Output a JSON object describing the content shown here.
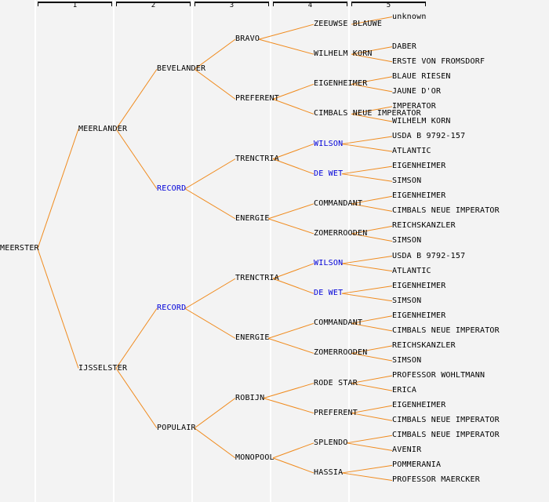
{
  "colors": {
    "line": "#f08a1c",
    "text": "#000000",
    "highlight": "#0000d8",
    "background": "#f3f3f3"
  },
  "generations": [
    "1",
    "2",
    "3",
    "4",
    "5"
  ],
  "tree": {
    "name": "MEERSTER",
    "children": [
      {
        "name": "MEERLANDER",
        "children": [
          {
            "name": "BEVELANDER",
            "children": [
              {
                "name": "BRAVO",
                "children": [
                  {
                    "name": "ZEEUWSE BLAUWE",
                    "children": [
                      {
                        "name": "unknown"
                      }
                    ]
                  },
                  {
                    "name": "WILHELM KORN",
                    "children": [
                      {
                        "name": "DABER"
                      },
                      {
                        "name": "ERSTE VON FROMSDORF"
                      }
                    ]
                  }
                ]
              },
              {
                "name": "PREFERENT",
                "children": [
                  {
                    "name": "EIGENHEIMER",
                    "children": [
                      {
                        "name": "BLAUE RIESEN"
                      },
                      {
                        "name": "JAUNE D'OR"
                      }
                    ]
                  },
                  {
                    "name": "CIMBALS NEUE IMPERATOR",
                    "children": [
                      {
                        "name": "IMPERATOR"
                      },
                      {
                        "name": "WILHELM KORN"
                      }
                    ]
                  }
                ]
              }
            ]
          },
          {
            "name": "RECORD",
            "highlight": true,
            "children": [
              {
                "name": "TRENCTRIA",
                "children": [
                  {
                    "name": "WILSON",
                    "highlight": true,
                    "children": [
                      {
                        "name": "USDA B 9792-157"
                      },
                      {
                        "name": "ATLANTIC"
                      }
                    ]
                  },
                  {
                    "name": "DE WET",
                    "highlight": true,
                    "children": [
                      {
                        "name": "EIGENHEIMER"
                      },
                      {
                        "name": "SIMSON"
                      }
                    ]
                  }
                ]
              },
              {
                "name": "ENERGIE",
                "children": [
                  {
                    "name": "COMMANDANT",
                    "children": [
                      {
                        "name": "EIGENHEIMER"
                      },
                      {
                        "name": "CIMBALS NEUE IMPERATOR"
                      }
                    ]
                  },
                  {
                    "name": "ZOMERROODEN",
                    "children": [
                      {
                        "name": "REICHSKANZLER"
                      },
                      {
                        "name": "SIMSON"
                      }
                    ]
                  }
                ]
              }
            ]
          }
        ]
      },
      {
        "name": "IJSSELSTER",
        "children": [
          {
            "name": "RECORD",
            "highlight": true,
            "children": [
              {
                "name": "TRENCTRIA",
                "children": [
                  {
                    "name": "WILSON",
                    "highlight": true,
                    "children": [
                      {
                        "name": "USDA B 9792-157"
                      },
                      {
                        "name": "ATLANTIC"
                      }
                    ]
                  },
                  {
                    "name": "DE WET",
                    "highlight": true,
                    "children": [
                      {
                        "name": "EIGENHEIMER"
                      },
                      {
                        "name": "SIMSON"
                      }
                    ]
                  }
                ]
              },
              {
                "name": "ENERGIE",
                "children": [
                  {
                    "name": "COMMANDANT",
                    "children": [
                      {
                        "name": "EIGENHEIMER"
                      },
                      {
                        "name": "CIMBALS NEUE IMPERATOR"
                      }
                    ]
                  },
                  {
                    "name": "ZOMERROODEN",
                    "children": [
                      {
                        "name": "REICHSKANZLER"
                      },
                      {
                        "name": "SIMSON"
                      }
                    ]
                  }
                ]
              }
            ]
          },
          {
            "name": "POPULAIR",
            "children": [
              {
                "name": "ROBIJN",
                "children": [
                  {
                    "name": "RODE STAR",
                    "children": [
                      {
                        "name": "PROFESSOR WOHLTMANN"
                      },
                      {
                        "name": "ERICA"
                      }
                    ]
                  },
                  {
                    "name": "PREFERENT",
                    "children": [
                      {
                        "name": "EIGENHEIMER"
                      },
                      {
                        "name": "CIMBALS NEUE IMPERATOR"
                      }
                    ]
                  }
                ]
              },
              {
                "name": "MONOPOOL",
                "children": [
                  {
                    "name": "SPLENDO",
                    "children": [
                      {
                        "name": "CIMBALS NEUE IMPERATOR"
                      },
                      {
                        "name": "AVENIR"
                      }
                    ]
                  },
                  {
                    "name": "HASSIA",
                    "children": [
                      {
                        "name": "POMMERANIA"
                      },
                      {
                        "name": "PROFESSOR MAERCKER"
                      }
                    ]
                  }
                ]
              }
            ]
          }
        ]
      }
    ]
  }
}
